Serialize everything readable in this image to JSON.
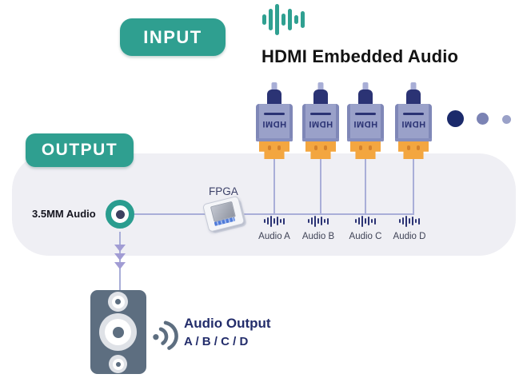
{
  "badges": {
    "input": "INPUT",
    "output": "OUTPUT"
  },
  "title": "HDMI Embedded Audio",
  "connectors": {
    "label": "HDMI",
    "count": 4
  },
  "panel": {
    "fpga_label": "FPGA",
    "jack_label": "3.5MM Audio",
    "channels": [
      "Audio A",
      "Audio B",
      "Audio C",
      "Audio D"
    ]
  },
  "speaker": {
    "title": "Audio Output",
    "subtitle": "A / B / C / D"
  },
  "icons": {
    "top_waveform": "audio-waveform-icon",
    "channel_waveform": "audio-waveform-icon",
    "ellipsis_dots": "more-items-dots",
    "sound_wave": "sound-wave-icon",
    "jack": "audio-jack-icon",
    "chip": "fpga-chip-icon",
    "speaker": "speaker-icon"
  },
  "colors": {
    "teal_badge": "#2f9f90",
    "teal_wave": "#2fa091",
    "navy_text": "#232d6b",
    "title_text": "#131313",
    "connector_body": "#9aa1c9",
    "connector_edge": "#7f87b7",
    "connector_plug": "#2b3374",
    "tip_orange": "#f3a640",
    "tip_dot": "#d4812c",
    "wire": "#a9aed8",
    "panel_bg": "#efeff4",
    "speaker_body": "#5d6e80",
    "dot_large": "#1b2a6b",
    "dot_mid": "#7b83b4",
    "dot_small": "#9aa1c8"
  },
  "wave_big_heights": [
    13,
    27,
    39,
    15,
    27,
    11,
    21
  ],
  "wave_small_heights": [
    5,
    9,
    14,
    7,
    11,
    5,
    8
  ]
}
